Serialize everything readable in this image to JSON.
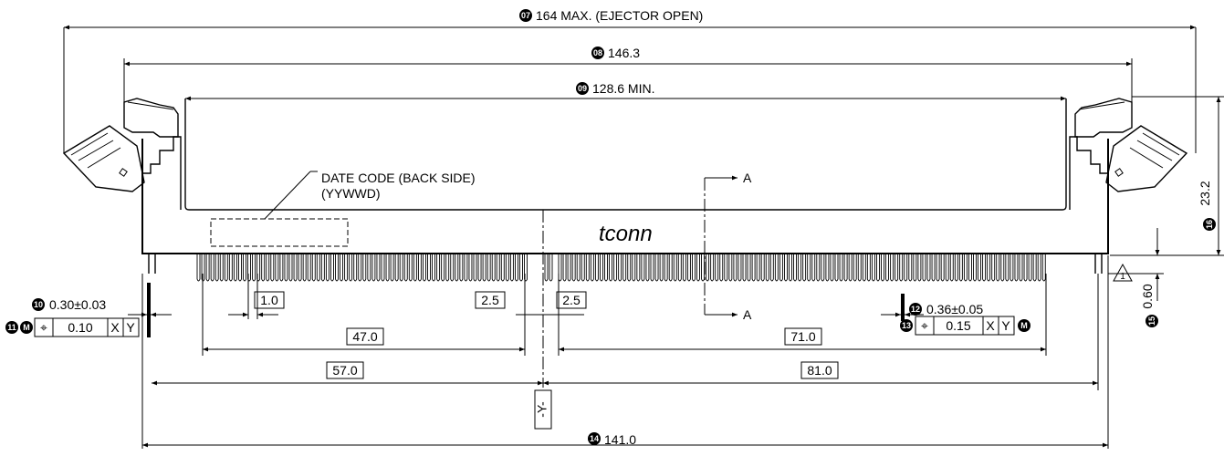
{
  "dimensions": {
    "d07": {
      "num": "07",
      "text": "164 MAX. (EJECTOR OPEN)"
    },
    "d08": {
      "num": "08",
      "text": "146.3"
    },
    "d09": {
      "num": "09",
      "text": "128.6 MIN."
    },
    "d10": {
      "num": "10",
      "text": "0.30±0.03"
    },
    "d11": {
      "num": "11",
      "datum_mod": "M",
      "symbol": "⌖",
      "value": "0.10",
      "ref1": "X",
      "ref2": "Y"
    },
    "d12": {
      "num": "12",
      "text": "0.36±0.05"
    },
    "d13": {
      "num": "13",
      "symbol": "⌖",
      "value": "0.15",
      "ref1": "X",
      "ref2": "Y",
      "mod": "M"
    },
    "d14": {
      "num": "14",
      "text": "141.0"
    },
    "d15": {
      "num": "15",
      "text": "0.60"
    },
    "d16": {
      "num": "16",
      "text": "23.2"
    }
  },
  "boxed": {
    "b1": "1.0",
    "b2": "2.5",
    "b3": "2.5",
    "b4": "47.0",
    "b5": "71.0",
    "b6": "57.0",
    "b7": "81.0"
  },
  "labels": {
    "date_code_line1": "DATE CODE (BACK SIDE)",
    "date_code_line2": "(YYWWD)",
    "brand": "tconn",
    "section_top": "A",
    "section_bottom": "A",
    "datum_y": "-Y-",
    "note_num": "1"
  }
}
